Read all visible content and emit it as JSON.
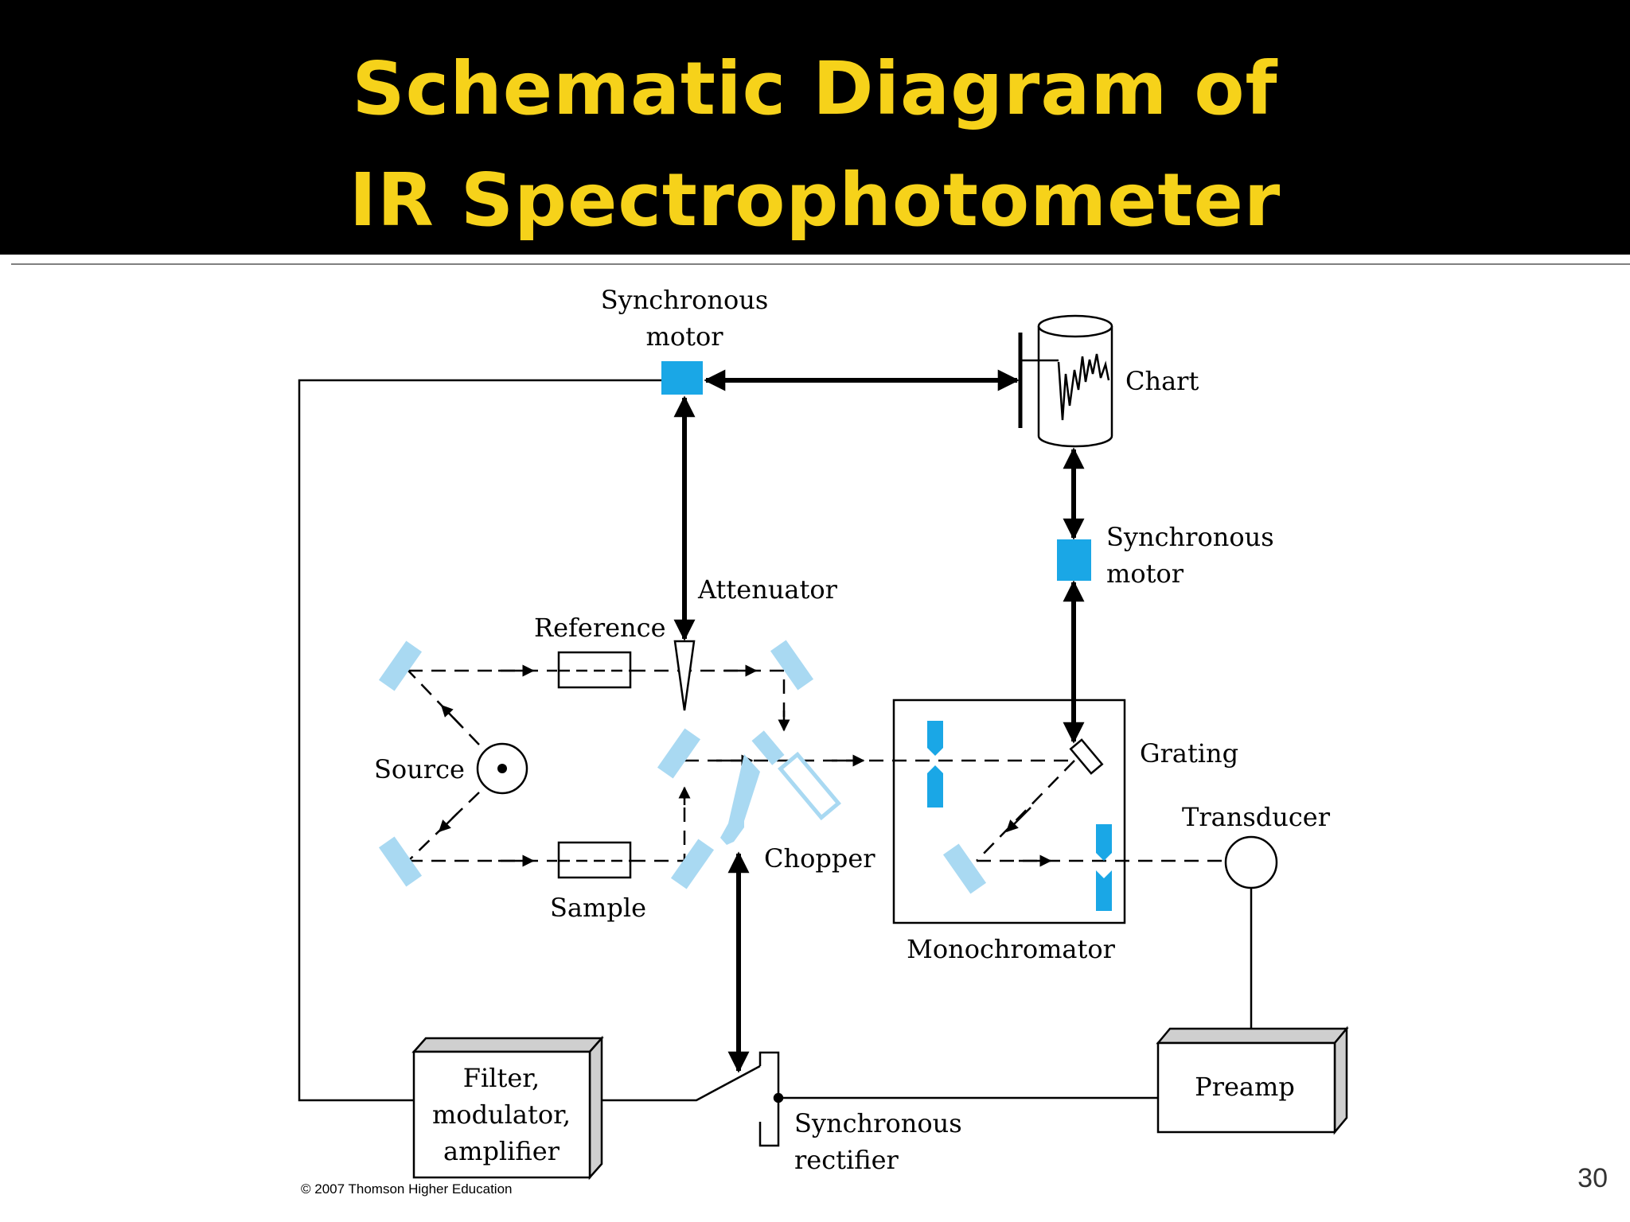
{
  "slide": {
    "title_line1": "Schematic Diagram of",
    "title_line2": "IR Spectrophotometer",
    "page_number": "30",
    "copyright": "© 2007 Thomson Higher Education"
  },
  "colors": {
    "title": "#f6d21a",
    "header_bg": "#000000",
    "motor_blue": "#1aa7e6",
    "mirror_light_blue": "#a9d9f2"
  },
  "labels": {
    "sync_motor_top_1": "Synchronous",
    "sync_motor_top_2": "motor",
    "chart": "Chart",
    "sync_motor_right_1": "Synchronous",
    "sync_motor_right_2": "motor",
    "attenuator": "Attenuator",
    "reference": "Reference",
    "source": "Source",
    "sample": "Sample",
    "chopper": "Chopper",
    "grating": "Grating",
    "transducer": "Transducer",
    "monochromator": "Monochromator",
    "filter_1": "Filter,",
    "filter_2": "modulator,",
    "filter_3": "amplifier",
    "sync_rectifier_1": "Synchronous",
    "sync_rectifier_2": "rectifier",
    "preamp": "Preamp"
  }
}
